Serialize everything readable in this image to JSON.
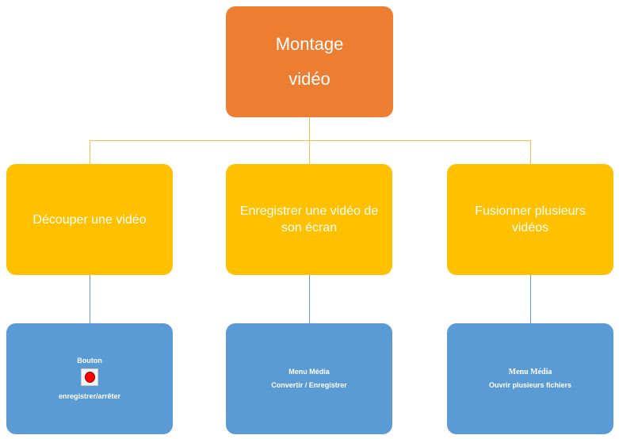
{
  "root": {
    "line1": "Montage",
    "line2": "vidéo"
  },
  "branches": [
    {
      "label": "Découper une vidéo",
      "detail": {
        "line1": "Bouton",
        "icon": "record-button-icon",
        "line2": "enregistrer/arrêter"
      }
    },
    {
      "label": "Enregistrer une  vidéo de son écran",
      "detail": {
        "line1": "Menu Média",
        "line2": "Convertir / Enregistrer"
      }
    },
    {
      "label": "Fusionner plusieurs vidéos",
      "detail": {
        "line1": "Menu  Média",
        "line2": "Ouvrir plusieurs fichiers"
      }
    }
  ],
  "colors": {
    "root": "#ed7d31",
    "branch": "#ffc000",
    "leaf": "#5b9bd5",
    "connector_top": "#f4c04a",
    "connector_bottom": "#5b9bd5",
    "record": "#ff0000"
  }
}
